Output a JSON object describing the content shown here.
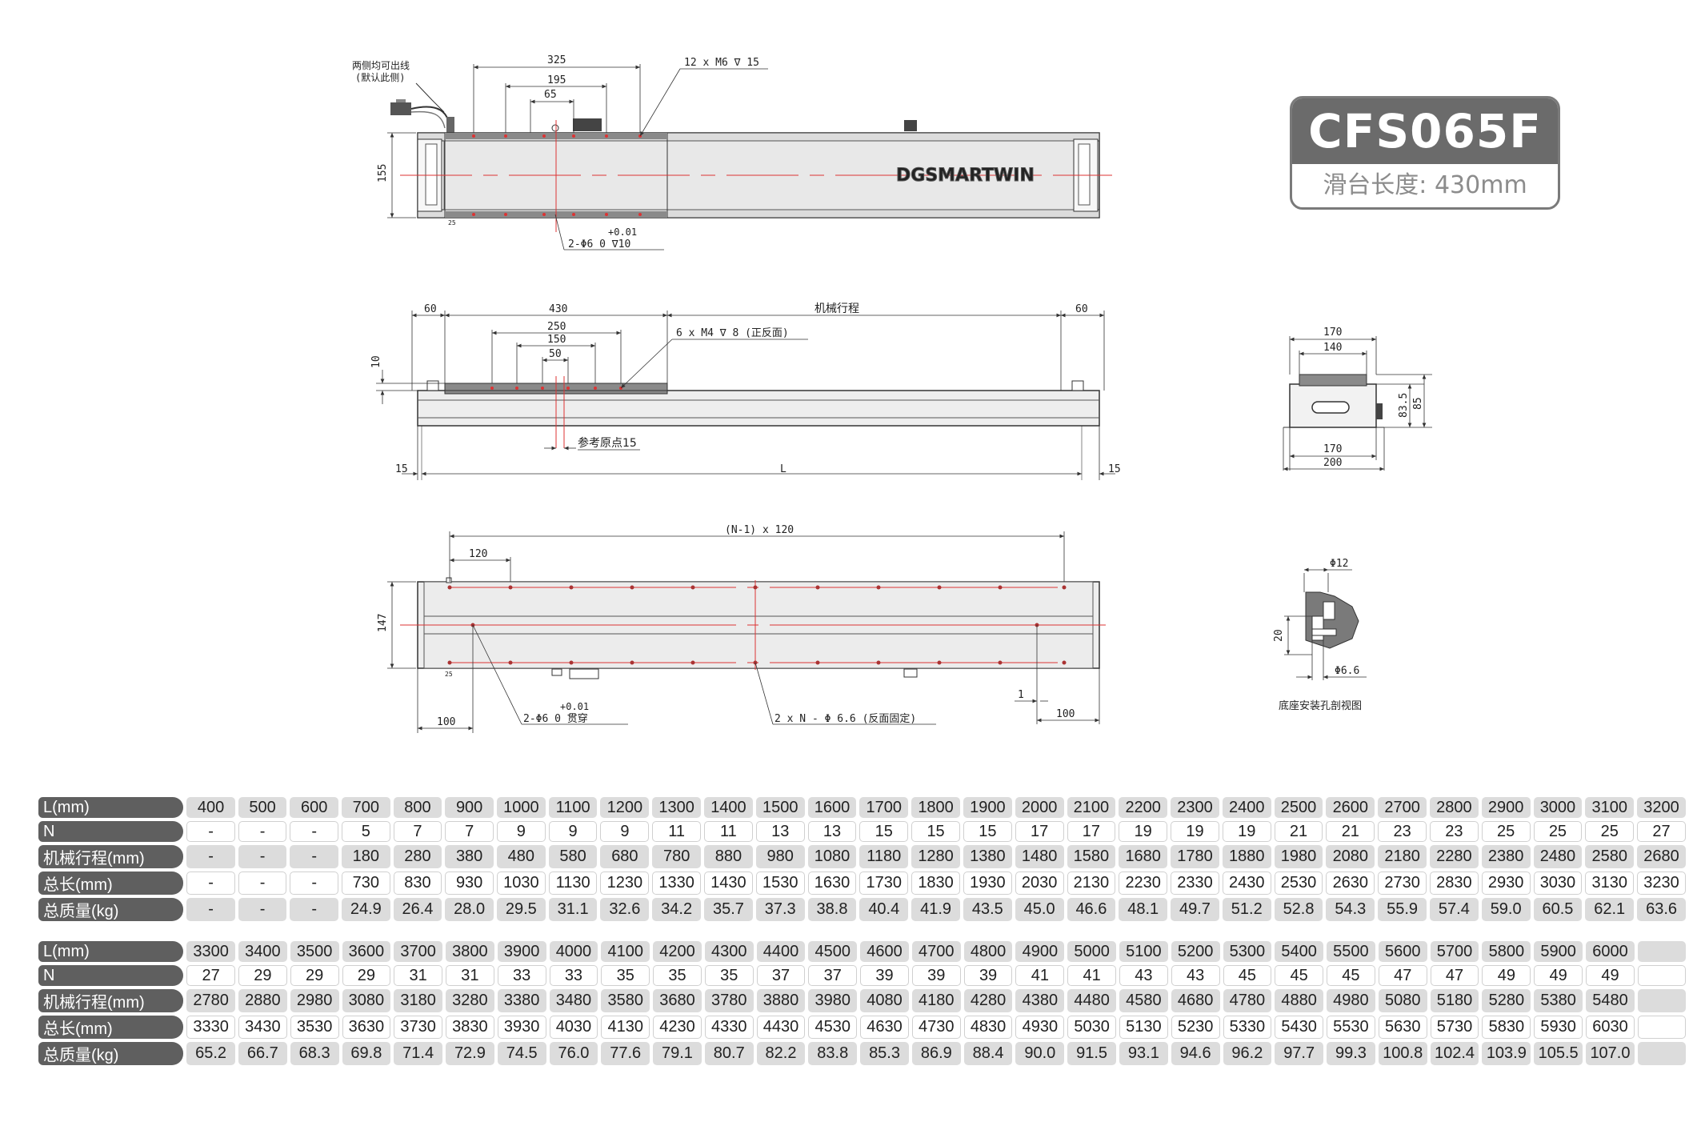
{
  "header": {
    "model": "CFS065F",
    "subtitle": "滑台长度: 430mm"
  },
  "top_view": {
    "note_cable": [
      "两侧均可出线",
      "(默认此侧)"
    ],
    "dim_325": "325",
    "dim_195": "195",
    "dim_65": "65",
    "dim_155": "155",
    "thread_note": "12 x M6 ∇ 15",
    "pin_tol": "+0.01",
    "pin_note": "2-Φ6  0   ∇10",
    "brand": "DGSMARTWIN",
    "small_25": "25"
  },
  "side_view": {
    "dim_60_left": "60",
    "dim_430": "430",
    "dim_250": "250",
    "dim_150": "150",
    "dim_50": "50",
    "stroke_label": "机械行程",
    "dim_60_right": "60",
    "dim_10": "10",
    "thread_note": "6 x M4 ∇ 8 (正反面)",
    "origin_note": "参考原点15",
    "dim_15_left": "15",
    "dim_L": "L",
    "dim_15_right": "15"
  },
  "bottom_view": {
    "pitch_note": "(N-1) x 120",
    "dim_120": "120",
    "dim_147": "147",
    "pin_tol": "+0.01",
    "pin_note": "2-Φ6  0    贯穿",
    "hole_note": "2 x N - Φ 6.6 (反面固定)",
    "dim_100_left": "100",
    "dim_1": "1",
    "dim_100_right": "100",
    "small_25": "25"
  },
  "end_view": {
    "dim_170_top": "170",
    "dim_140": "140",
    "dim_83_5": "83.5",
    "dim_85": "85",
    "dim_170_bottom": "170",
    "dim_200": "200"
  },
  "section_view": {
    "dim_12": "Φ12",
    "dim_20": "20",
    "dim_6_6": "Φ6.6",
    "caption": "底座安装孔剖视图"
  },
  "tables": [
    {
      "rows": [
        {
          "label": "L(mm)",
          "values": [
            "400",
            "500",
            "600",
            "700",
            "800",
            "900",
            "1000",
            "1100",
            "1200",
            "1300",
            "1400",
            "1500",
            "1600",
            "1700",
            "1800",
            "1900",
            "2000",
            "2100",
            "2200",
            "2300",
            "2400",
            "2500",
            "2600",
            "2700",
            "2800",
            "2900",
            "3000",
            "3100",
            "3200"
          ]
        },
        {
          "label": "N",
          "values": [
            "-",
            "-",
            "-",
            "5",
            "7",
            "7",
            "9",
            "9",
            "9",
            "11",
            "11",
            "13",
            "13",
            "15",
            "15",
            "15",
            "17",
            "17",
            "19",
            "19",
            "19",
            "21",
            "21",
            "23",
            "23",
            "25",
            "25",
            "25",
            "27"
          ]
        },
        {
          "label": "机械行程(mm)",
          "values": [
            "-",
            "-",
            "-",
            "180",
            "280",
            "380",
            "480",
            "580",
            "680",
            "780",
            "880",
            "980",
            "1080",
            "1180",
            "1280",
            "1380",
            "1480",
            "1580",
            "1680",
            "1780",
            "1880",
            "1980",
            "2080",
            "2180",
            "2280",
            "2380",
            "2480",
            "2580",
            "2680"
          ]
        },
        {
          "label": "总长(mm)",
          "values": [
            "-",
            "-",
            "-",
            "730",
            "830",
            "930",
            "1030",
            "1130",
            "1230",
            "1330",
            "1430",
            "1530",
            "1630",
            "1730",
            "1830",
            "1930",
            "2030",
            "2130",
            "2230",
            "2330",
            "2430",
            "2530",
            "2630",
            "2730",
            "2830",
            "2930",
            "3030",
            "3130",
            "3230"
          ]
        },
        {
          "label": "总质量(kg)",
          "values": [
            "-",
            "-",
            "-",
            "24.9",
            "26.4",
            "28.0",
            "29.5",
            "31.1",
            "32.6",
            "34.2",
            "35.7",
            "37.3",
            "38.8",
            "40.4",
            "41.9",
            "43.5",
            "45.0",
            "46.6",
            "48.1",
            "49.7",
            "51.2",
            "52.8",
            "54.3",
            "55.9",
            "57.4",
            "59.0",
            "60.5",
            "62.1",
            "63.6"
          ]
        }
      ]
    },
    {
      "rows": [
        {
          "label": "L(mm)",
          "values": [
            "3300",
            "3400",
            "3500",
            "3600",
            "3700",
            "3800",
            "3900",
            "4000",
            "4100",
            "4200",
            "4300",
            "4400",
            "4500",
            "4600",
            "4700",
            "4800",
            "4900",
            "5000",
            "5100",
            "5200",
            "5300",
            "5400",
            "5500",
            "5600",
            "5700",
            "5800",
            "5900",
            "6000",
            ""
          ]
        },
        {
          "label": "N",
          "values": [
            "27",
            "29",
            "29",
            "29",
            "31",
            "31",
            "33",
            "33",
            "35",
            "35",
            "35",
            "37",
            "37",
            "39",
            "39",
            "39",
            "41",
            "41",
            "43",
            "43",
            "45",
            "45",
            "45",
            "47",
            "47",
            "49",
            "49",
            "49",
            ""
          ]
        },
        {
          "label": "机械行程(mm)",
          "values": [
            "2780",
            "2880",
            "2980",
            "3080",
            "3180",
            "3280",
            "3380",
            "3480",
            "3580",
            "3680",
            "3780",
            "3880",
            "3980",
            "4080",
            "4180",
            "4280",
            "4380",
            "4480",
            "4580",
            "4680",
            "4780",
            "4880",
            "4980",
            "5080",
            "5180",
            "5280",
            "5380",
            "5480",
            ""
          ]
        },
        {
          "label": "总长(mm)",
          "values": [
            "3330",
            "3430",
            "3530",
            "3630",
            "3730",
            "3830",
            "3930",
            "4030",
            "4130",
            "4230",
            "4330",
            "4430",
            "4530",
            "4630",
            "4730",
            "4830",
            "4930",
            "5030",
            "5130",
            "5230",
            "5330",
            "5430",
            "5530",
            "5630",
            "5730",
            "5830",
            "5930",
            "6030",
            ""
          ]
        },
        {
          "label": "总质量(kg)",
          "values": [
            "65.2",
            "66.7",
            "68.3",
            "69.8",
            "71.4",
            "72.9",
            "74.5",
            "76.0",
            "77.6",
            "79.1",
            "80.7",
            "82.2",
            "83.8",
            "85.3",
            "86.9",
            "88.4",
            "90.0",
            "91.5",
            "93.1",
            "94.6",
            "96.2",
            "97.7",
            "99.3",
            "100.8",
            "102.4",
            "103.9",
            "105.5",
            "107.0",
            ""
          ]
        }
      ]
    }
  ]
}
